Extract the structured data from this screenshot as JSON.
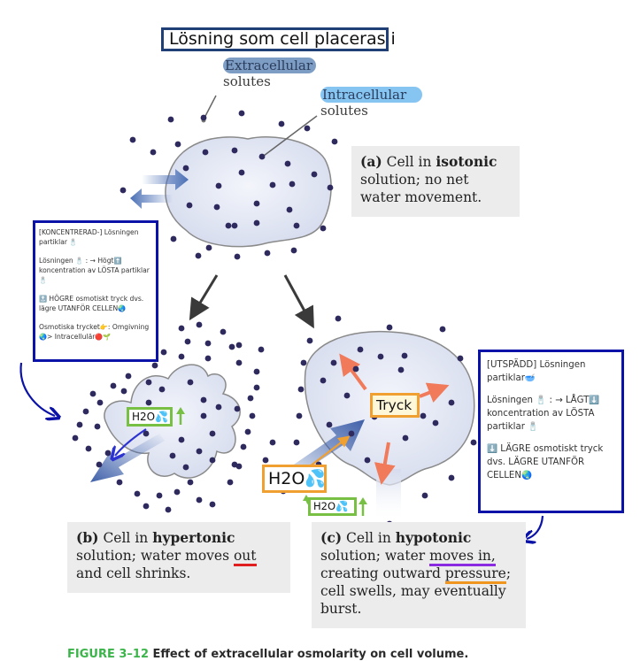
{
  "header": {
    "title": "Lösning som cell placeras i"
  },
  "labels": {
    "extracellular": "Extracellular",
    "extracellular_sub": "solutes",
    "intracellular": "Intracellular",
    "intracellular_sub": "solutes"
  },
  "panels": {
    "a": {
      "letter": "(a)",
      "text_pre": " Cell in ",
      "bold": "isotonic",
      "text_post": " solution; no net water movement."
    },
    "b": {
      "letter": "(b)",
      "text_pre": " Cell in ",
      "bold": "hypertonic",
      "line2_pre": " solution; water moves ",
      "underline_out": "out",
      "line3": " and cell shrinks."
    },
    "c": {
      "letter": "(c)",
      "text_pre": " Cell in ",
      "bold": "hypotonic",
      "line2_pre": " solution; water ",
      "underline_moves_in": "moves in,",
      "line3_pre": " creating outward ",
      "underline_pressure": "pressure",
      "line3_post": "; cell swells, may eventually burst."
    }
  },
  "annotations": {
    "left_note": {
      "line1": "[KONCENTRERAD-] Lösningen partiklar",
      "line1_icon": "salt-shaker-icon",
      "line2_pre": "Lösningen",
      "line2_mid": " : → Högt",
      "line2_post": " koncentration av LÖSTA partiklar",
      "line3": " HÖGRE osmotiskt tryck dvs. lägre UTANFÖR CELLEN",
      "line4_pre": "Osmotiska trycket",
      "line4_mid": ": Omgivning",
      "line4_post": "> Intracellulär"
    },
    "right_note": {
      "line1": "[UTSPÄDD] Lösningen partiklar",
      "line2_pre": "Lösningen",
      "line2_mid": " : → LÅGT",
      "line2_post": " koncentration av LÖSTA partiklar",
      "line3": " LÄGRE osmotiskt tryck dvs. LÄGRE UTANFÖR CELLEN"
    },
    "tryck": "Tryck",
    "h2o": "H2O",
    "h2o_small_c": "H2O",
    "h2o_small_b": "H2O"
  },
  "icons": {
    "salt": "🧂",
    "up_arrow_box": "⬆️",
    "down_arrow_box": "⬇️",
    "top": "🔝",
    "globe": "🌏",
    "hand": "👉",
    "red_circle": "🔴",
    "sprout": "🌱",
    "bowl": "🥣",
    "droplets": "💦",
    "green_up": "↑"
  },
  "figure_caption": {
    "number": "FIGURE 3–12",
    "text": " Effect of extracellular osmolarity on cell volume."
  },
  "colors": {
    "note_border": "#0a12a8",
    "title_border": "#1f3f76",
    "h2o_green": "#77c043",
    "h2o_orange": "#f0a030",
    "pressure_arrow": "#f07a5a",
    "water_arrow": "#4a6fb5",
    "underline_red": "#e02020",
    "underline_purple": "#8a2be2",
    "underline_orange": "#f0961e",
    "solute_dot": "#2e2a5e",
    "cell_fill": "#dde2f2"
  }
}
